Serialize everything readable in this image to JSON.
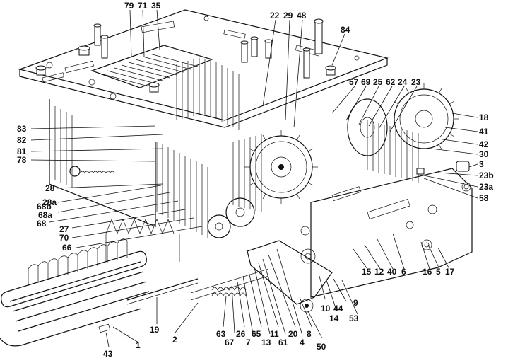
{
  "figure": {
    "description_labels": [
      {
        "id": "l79",
        "text": "79"
      },
      {
        "id": "l71",
        "text": "71"
      },
      {
        "id": "l35",
        "text": "35"
      },
      {
        "id": "l22",
        "text": "22"
      },
      {
        "id": "l29",
        "text": "29"
      },
      {
        "id": "l48",
        "text": "48"
      },
      {
        "id": "l84",
        "text": "84"
      },
      {
        "id": "l57",
        "text": "57"
      },
      {
        "id": "l69",
        "text": "69"
      },
      {
        "id": "l25",
        "text": "25"
      },
      {
        "id": "l62",
        "text": "62"
      },
      {
        "id": "l24",
        "text": "24"
      },
      {
        "id": "l23",
        "text": "23"
      },
      {
        "id": "l18",
        "text": "18"
      },
      {
        "id": "l41",
        "text": "41"
      },
      {
        "id": "l42",
        "text": "42"
      },
      {
        "id": "l30",
        "text": "30"
      },
      {
        "id": "l3",
        "text": "3"
      },
      {
        "id": "l23b",
        "text": "23b"
      },
      {
        "id": "l23a",
        "text": "23a"
      },
      {
        "id": "l58",
        "text": "58"
      },
      {
        "id": "l83",
        "text": "83"
      },
      {
        "id": "l82",
        "text": "82"
      },
      {
        "id": "l81",
        "text": "81"
      },
      {
        "id": "l78",
        "text": "78"
      },
      {
        "id": "l28",
        "text": "28"
      },
      {
        "id": "l28a",
        "text": "28a"
      },
      {
        "id": "l68b",
        "text": "68b"
      },
      {
        "id": "l68a",
        "text": "68a"
      },
      {
        "id": "l68",
        "text": "68"
      },
      {
        "id": "l27",
        "text": "27"
      },
      {
        "id": "l70",
        "text": "70"
      },
      {
        "id": "l66",
        "text": "66"
      },
      {
        "id": "l40",
        "text": "40"
      },
      {
        "id": "l6",
        "text": "6"
      },
      {
        "id": "l16",
        "text": "16"
      },
      {
        "id": "l5",
        "text": "5"
      },
      {
        "id": "l17",
        "text": "17"
      },
      {
        "id": "l15",
        "text": "15"
      },
      {
        "id": "l12",
        "text": "12"
      },
      {
        "id": "l9",
        "text": "9"
      },
      {
        "id": "l10",
        "text": "10"
      },
      {
        "id": "l44",
        "text": "44"
      },
      {
        "id": "l14",
        "text": "14"
      },
      {
        "id": "l53",
        "text": "53"
      },
      {
        "id": "l19",
        "text": "19"
      },
      {
        "id": "l2",
        "text": "2"
      },
      {
        "id": "l1",
        "text": "1"
      },
      {
        "id": "l43",
        "text": "43"
      },
      {
        "id": "l63",
        "text": "63"
      },
      {
        "id": "l67",
        "text": "67"
      },
      {
        "id": "l26",
        "text": "26"
      },
      {
        "id": "l7",
        "text": "7"
      },
      {
        "id": "l65",
        "text": "65"
      },
      {
        "id": "l13",
        "text": "13"
      },
      {
        "id": "l11",
        "text": "11"
      },
      {
        "id": "l61",
        "text": "61"
      },
      {
        "id": "l20",
        "text": "20"
      },
      {
        "id": "l4",
        "text": "4"
      },
      {
        "id": "l8",
        "text": "8"
      },
      {
        "id": "l50",
        "text": "50"
      }
    ]
  }
}
